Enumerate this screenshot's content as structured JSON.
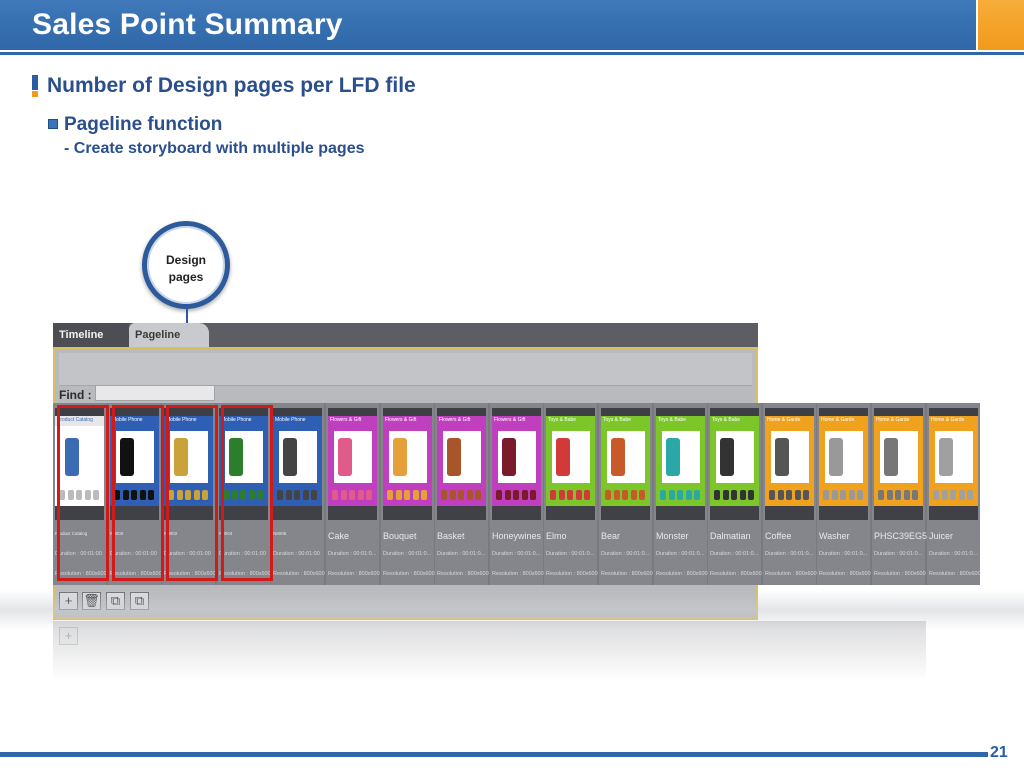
{
  "header": {
    "title": "Sales Point Summary"
  },
  "section": {
    "title": "Number of Design pages per LFD file",
    "subtitle": "Pageline function",
    "description": "- Create storyboard with multiple pages"
  },
  "callout": {
    "line1": "Design",
    "line2": "pages"
  },
  "app": {
    "tabs": [
      "Timeline",
      "Pageline"
    ],
    "find_label": "Find :",
    "find_value": "",
    "bottom_buttons": [
      "add-icon",
      "delete-icon",
      "copy-icon",
      "paste-icon"
    ]
  },
  "pages": [
    {
      "name": "Product Catalog",
      "duration": "Duration : 00:01:00",
      "resolution": "Resolution : 800x600",
      "band": "Product Catalog",
      "color": "#ffffff",
      "band_color": "#e7e7ea",
      "accent": "#3b6bb3"
    },
    {
      "name": "N8000",
      "duration": "Duration : 00:01:00",
      "resolution": "Resolution : 800x600",
      "band": "Mobile Phone",
      "color": "#2e5fb4",
      "band_color": "#2e5fb4",
      "accent": "#111111"
    },
    {
      "name": "N8002",
      "duration": "Duration : 00:01:00",
      "resolution": "Resolution : 800x600",
      "band": "Mobile Phone",
      "color": "#2e5fb4",
      "band_color": "#2e5fb4",
      "accent": "#c9a23a"
    },
    {
      "name": "N8004",
      "duration": "Duration : 00:01:00",
      "resolution": "Resolution : 800x600",
      "band": "Mobile Phone",
      "color": "#2e5fb4",
      "band_color": "#2e5fb4",
      "accent": "#2c7d2c"
    },
    {
      "name": "N8006",
      "duration": "Duration : 00:01:00",
      "resolution": "Resolution : 800x600",
      "band": "Mobile Phone",
      "color": "#2e5fb4",
      "band_color": "#2e5fb4",
      "accent": "#444444"
    },
    {
      "name": "Cake",
      "duration": "Duration : 00:01:0...",
      "resolution": "Resolution : 800x600",
      "band": "Flowers & Gift",
      "color": "#c03fbf",
      "band_color": "#c03fbf",
      "accent": "#e05a8a"
    },
    {
      "name": "Bouquet",
      "duration": "Duration : 00:01:0...",
      "resolution": "Resolution : 800x600",
      "band": "Flowers & Gift",
      "color": "#c03fbf",
      "band_color": "#c03fbf",
      "accent": "#e6a03a"
    },
    {
      "name": "Basket",
      "duration": "Duration : 00:01:0...",
      "resolution": "Resolution : 800x600",
      "band": "Flowers & Gift",
      "color": "#c03fbf",
      "band_color": "#c03fbf",
      "accent": "#a8552a"
    },
    {
      "name": "Honeywines",
      "duration": "Duration : 00:01:0...",
      "resolution": "Resolution : 800x600",
      "band": "Flowers & Gift",
      "color": "#c03fbf",
      "band_color": "#c03fbf",
      "accent": "#7a1a2a"
    },
    {
      "name": "Elmo",
      "duration": "Duration : 00:01:0...",
      "resolution": "Resolution : 800x600",
      "band": "Toys & Babe",
      "color": "#7cc62a",
      "band_color": "#7cc62a",
      "accent": "#d23a3a"
    },
    {
      "name": "Bear",
      "duration": "Duration : 00:01:0...",
      "resolution": "Resolution : 800x600",
      "band": "Toys & Babe",
      "color": "#7cc62a",
      "band_color": "#7cc62a",
      "accent": "#c85a2a"
    },
    {
      "name": "Monster",
      "duration": "Duration : 00:01:0...",
      "resolution": "Resolution : 800x600",
      "band": "Toys & Babe",
      "color": "#7cc62a",
      "band_color": "#7cc62a",
      "accent": "#2aa8a8"
    },
    {
      "name": "Dalmatian",
      "duration": "Duration : 00:01:0...",
      "resolution": "Resolution : 800x600",
      "band": "Toys & Babe",
      "color": "#7cc62a",
      "band_color": "#7cc62a",
      "accent": "#333333"
    },
    {
      "name": "Coffee",
      "duration": "Duration : 00:01:0...",
      "resolution": "Resolution : 800x600",
      "band": "Home & Garde",
      "color": "#f0a21e",
      "band_color": "#f0a21e",
      "accent": "#555555"
    },
    {
      "name": "Washer",
      "duration": "Duration : 00:01:0...",
      "resolution": "Resolution : 800x600",
      "band": "Home & Garde",
      "color": "#f0a21e",
      "band_color": "#f0a21e",
      "accent": "#999999"
    },
    {
      "name": "PHSC39EG55",
      "duration": "Duration : 00:01:0...",
      "resolution": "Resolution : 800x600",
      "band": "Home & Garde",
      "color": "#f0a21e",
      "band_color": "#f0a21e",
      "accent": "#777777"
    },
    {
      "name": "Juicer",
      "duration": "Duration : 00:01:0...",
      "resolution": "Resolution : 800x600",
      "band": "Home & Garde",
      "color": "#f0a21e",
      "band_color": "#f0a21e",
      "accent": "#a0a0a0"
    }
  ],
  "highlighted_pages": [
    0,
    1,
    2,
    3
  ],
  "footer": {
    "page_number": "21"
  }
}
